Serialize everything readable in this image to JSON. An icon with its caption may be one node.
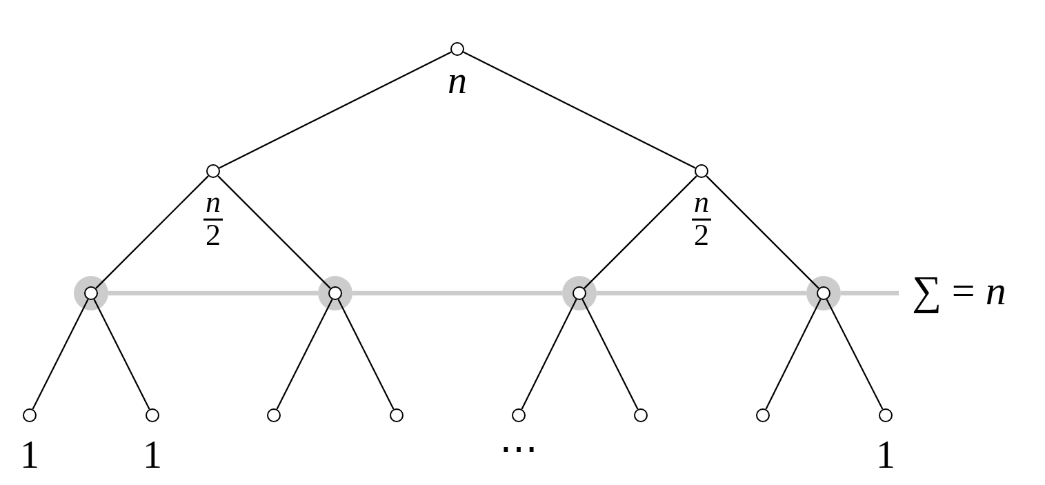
{
  "diagram": {
    "nodes": [
      {
        "text": [],
        "shape": "circle",
        "beside": [
          "n"
        ]
      },
      {
        "text": [],
        "shape": "circle",
        "beside": [
          "n",
          "2"
        ]
      },
      {
        "text": [],
        "shape": "circle",
        "beside": [
          "n",
          "2"
        ]
      },
      {
        "text": [],
        "shape": "circle"
      },
      {
        "text": [],
        "shape": "circle"
      },
      {
        "text": [],
        "shape": "circle"
      },
      {
        "text": [],
        "shape": "circle"
      },
      {
        "text": [
          "∑ = *n*"
        ]
      },
      {
        "text": [],
        "shape": "circle",
        "beside": [
          "1"
        ]
      },
      {
        "text": [],
        "shape": "circle",
        "beside": [
          "1"
        ]
      },
      {
        "text": [],
        "shape": "circle"
      },
      {
        "text": [],
        "shape": "circle"
      },
      {
        "text": [],
        "shape": "circle"
      },
      {
        "text": [],
        "shape": "circle"
      },
      {
        "text": [],
        "shape": "circle"
      },
      {
        "text": [],
        "shape": "circle",
        "beside": [
          "1"
        ]
      }
    ],
    "edges": [
      {
        "from": 0,
        "to": 1,
        "arrow": "none"
      },
      {
        "from": 0,
        "to": 2,
        "arrow": "none"
      },
      {
        "from": 1,
        "to": 3,
        "arrow": "none"
      },
      {
        "from": 1,
        "to": 4,
        "arrow": "none"
      },
      {
        "from": 2,
        "to": 5,
        "arrow": "none"
      },
      {
        "from": 2,
        "to": 6,
        "arrow": "none"
      },
      {
        "from": 3,
        "to": 8,
        "arrow": "none"
      },
      {
        "from": 3,
        "to": 9,
        "arrow": "none"
      },
      {
        "from": 4,
        "to": 10,
        "arrow": "none"
      },
      {
        "from": 4,
        "to": 11,
        "arrow": "none"
      },
      {
        "from": 5,
        "to": 12,
        "arrow": "none"
      },
      {
        "from": 5,
        "to": 13,
        "arrow": "none"
      },
      {
        "from": 6,
        "to": 14,
        "arrow": "none"
      },
      {
        "from": 6,
        "to": 15,
        "arrow": "none"
      },
      {
        "from": 3,
        "to": 4,
        "arrow": "none",
        "style": "thick",
        "color": "#cccccc"
      },
      {
        "from": 4,
        "to": 5,
        "arrow": "none",
        "style": "thick",
        "color": "#cccccc"
      },
      {
        "from": 5,
        "to": 6,
        "arrow": "none",
        "style": "thick",
        "color": "#cccccc"
      },
      {
        "from": 6,
        "to": 7,
        "arrow": "none",
        "style": "thick",
        "color": "#cccccc"
      }
    ],
    "labels": [
      "⋯"
    ]
  }
}
